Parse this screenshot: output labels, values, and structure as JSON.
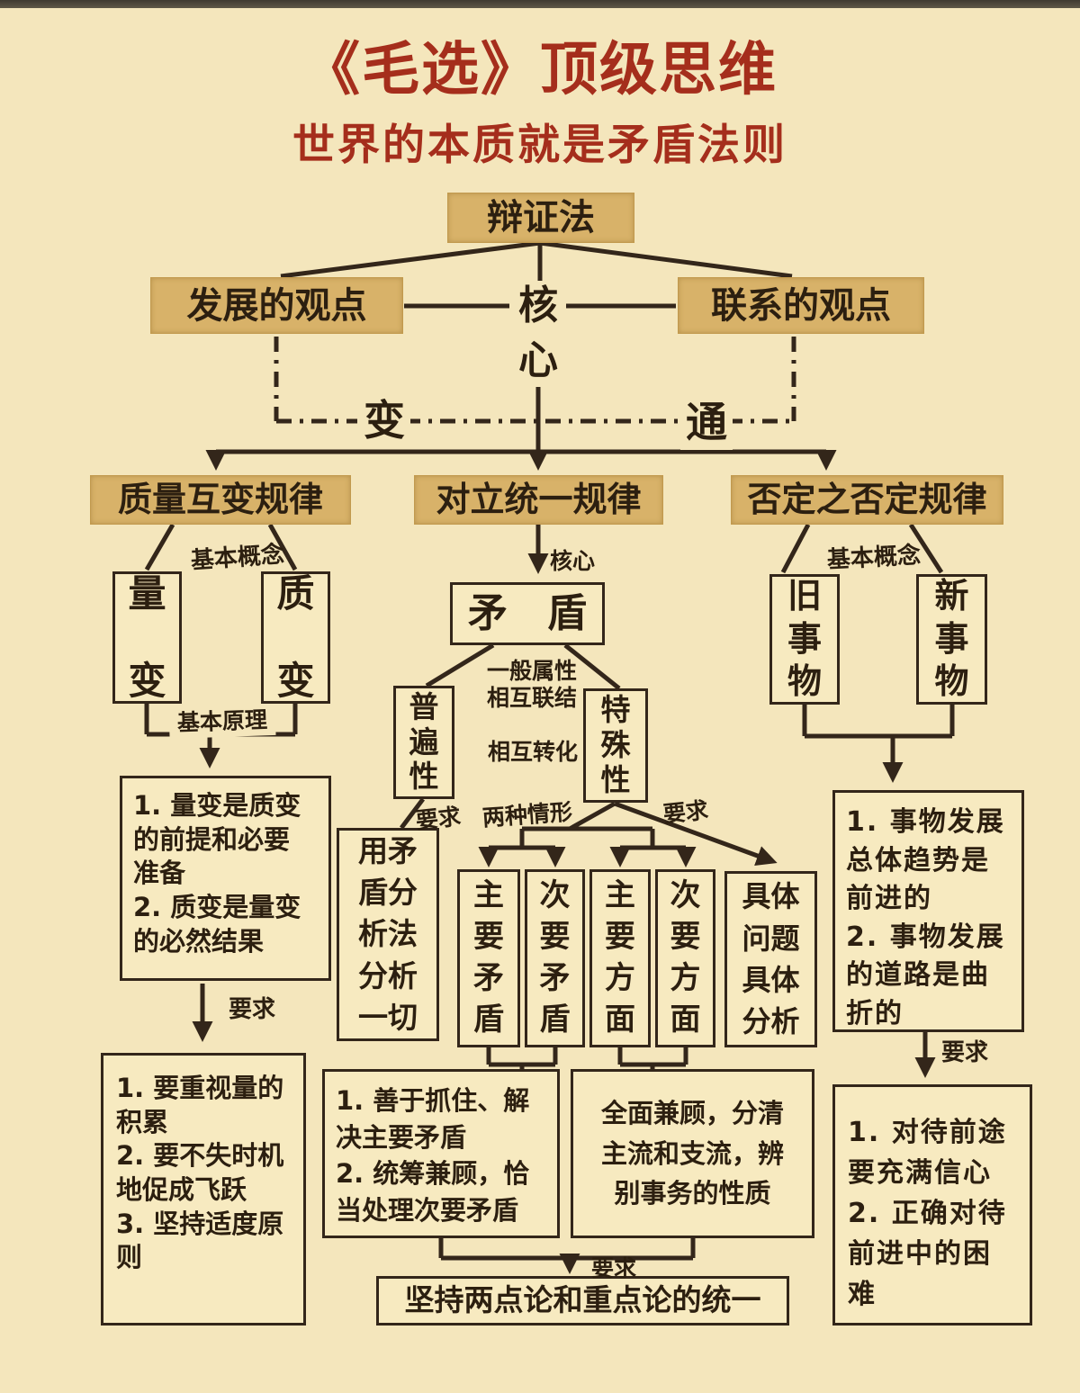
{
  "colors": {
    "background": "#f4e6bc",
    "title_red": "#a52e1c",
    "box_tan": "#d8b269",
    "box_cream": "#f7eac0",
    "line_dark": "#33261a"
  },
  "header": {
    "title": "《毛选》顶级思维",
    "subtitle": "世界的本质就是矛盾法则"
  },
  "labels": {
    "requirement": "要求",
    "basic_concept": "基本概念",
    "basic_principle": "基本原理",
    "core": "核心",
    "two_cases": "两种情形"
  },
  "top": {
    "dialectics": "辩证法",
    "development": "发展的观点",
    "connection": "联系的观点",
    "core_vertical": "核\n心",
    "change": "变",
    "through": "通"
  },
  "rules": {
    "quality_quantity": "质量互变规律",
    "unity_of_opposites": "对立统一规律",
    "negation_of_negation": "否定之否定规律"
  },
  "left_branch": {
    "quantitative_change": "量\n\n变",
    "qualitative_change": "质\n\n变",
    "principles": "1. 量变是质变\n的前提和必要\n准备\n2. 质变是量变\n的必然结果",
    "requirements": "1. 要重视量的\n积累\n2. 要不失时机\n地促成飞跃\n3. 坚持适度原\n则"
  },
  "middle_branch": {
    "contradiction": "矛　盾",
    "general_attribute": "一般属性",
    "mutual_link": "相互联结",
    "mutual_transform": "相互转化",
    "universality": "普\n遍\n性",
    "particularity": "特\n殊\n性",
    "method": "用矛\n盾分\n析法\n分析\n一切",
    "main_contradiction": "主\n要\n矛\n盾",
    "secondary_contradiction": "次\n要\n矛\n盾",
    "main_aspect": "主\n要\n方\n面",
    "secondary_aspect": "次\n要\n方\n面",
    "concrete_analysis": "具体\n问题\n具体\n分析",
    "result_contradictions": "1. 善于抓住、解\n决主要矛盾\n2. 统筹兼顾，恰\n当处理次要矛盾",
    "result_aspects": "全面兼顾，分清\n主流和支流，辨\n别事务的性质",
    "conclusion": "坚持两点论和重点论的统一"
  },
  "right_branch": {
    "old_things": "旧\n事\n物",
    "new_things": "新\n事\n物",
    "principles": "1. 事物发展\n总体趋势是\n前进的\n2. 事物发展\n的道路是曲\n折的",
    "requirements": "1. 对待前途\n要充满信心\n2. 正确对待\n前进中的困\n难"
  }
}
